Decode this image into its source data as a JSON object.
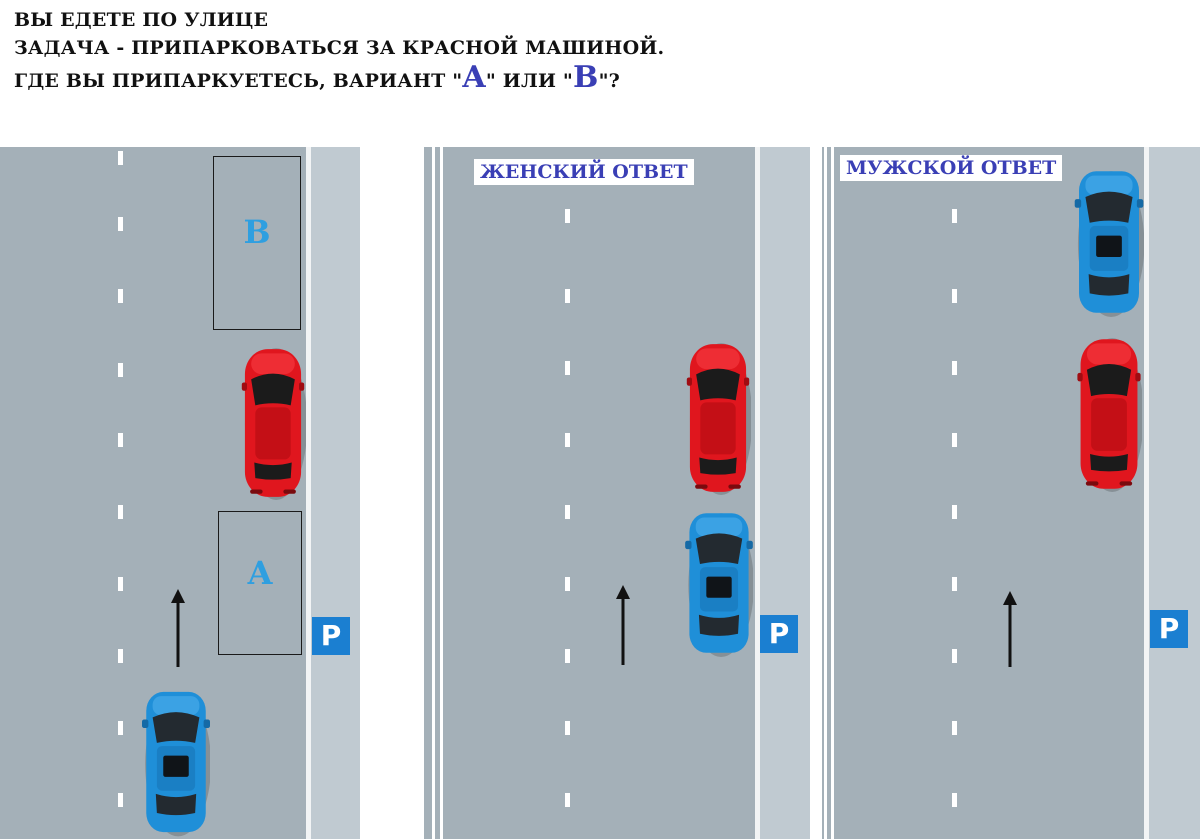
{
  "header": {
    "line1": "ВЫ ЕДЕТЕ ПО УЛИЦЕ",
    "line2": "ЗАДАЧА - ПРИПАРКОВАТЬСЯ ЗА КРАСНОЙ МАШИНОЙ.",
    "line3_prefix": "ГДЕ ВЫ ПРИПАРКУЕТЕСЬ, ВАРИАНТ \"",
    "option_a": "A",
    "line3_middle": "\"  ИЛИ \"",
    "option_b": "B",
    "line3_suffix": "\"?"
  },
  "panel1": {
    "slot_b": "B",
    "slot_a": "A",
    "parking_sign": "P"
  },
  "panel2": {
    "answer_label": "ЖЕНСКИЙ ОТВЕТ",
    "parking_sign": "P"
  },
  "panel3": {
    "answer_label": "МУЖСКОЙ ОТВЕТ",
    "parking_sign": "P"
  },
  "colors": {
    "road": "#a4b0b8",
    "sidewalk": "#c0cad1",
    "red_car": "#e0161e",
    "blue_car": "#1f8fd8",
    "parking_sign": "#1b7fd1",
    "label_text": "#3a3fb5",
    "slot_text": "#2f9fe0"
  }
}
